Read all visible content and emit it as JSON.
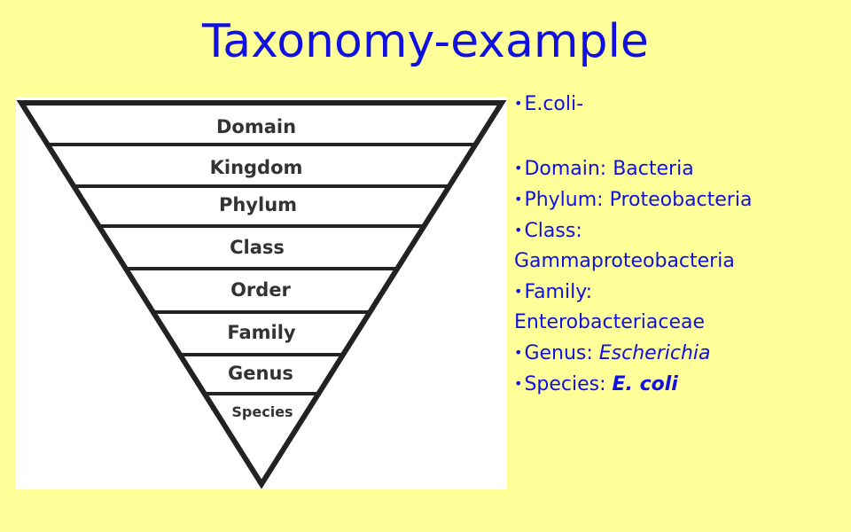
{
  "slide": {
    "title": "Taxonomy-example",
    "background_color": "#ffff99",
    "title_color": "#1010e0"
  },
  "pyramid": {
    "levels": [
      "Domain",
      "Kingdom",
      "Phylum",
      "Class",
      "Order",
      "Family",
      "Genus",
      "Species"
    ]
  },
  "example": {
    "heading": "E.coli-",
    "items": [
      {
        "key": "Domain:",
        "value": "Bacteria"
      },
      {
        "key": "Phylum:",
        "value": "Proteobacteria"
      },
      {
        "key": "Class:",
        "value": "Gammaproteobacteria"
      },
      {
        "key": "Family:",
        "value": "Enterobacteriaceae"
      },
      {
        "key": "Genus:",
        "value": "Escherichia"
      },
      {
        "key": "Species:",
        "value": "E. coli"
      }
    ]
  }
}
